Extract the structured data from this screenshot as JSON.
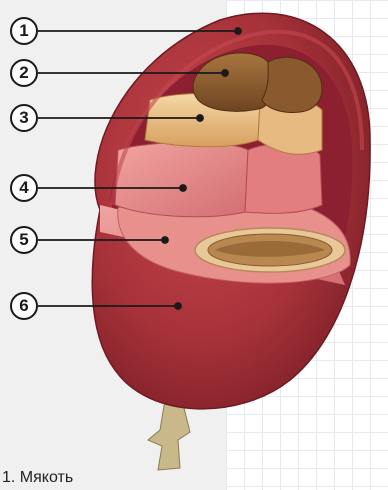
{
  "labels": [
    "1",
    "2",
    "3",
    "4",
    "5",
    "6"
  ],
  "caption": "1. Мякоть",
  "colors": {
    "skin": "#a8323a",
    "pulp": "#e28a8a",
    "bean": "#8a5a2e",
    "parchment": "#e8b878",
    "background_left": "#f0f0f0",
    "grid_line": "#e5eaf0"
  }
}
